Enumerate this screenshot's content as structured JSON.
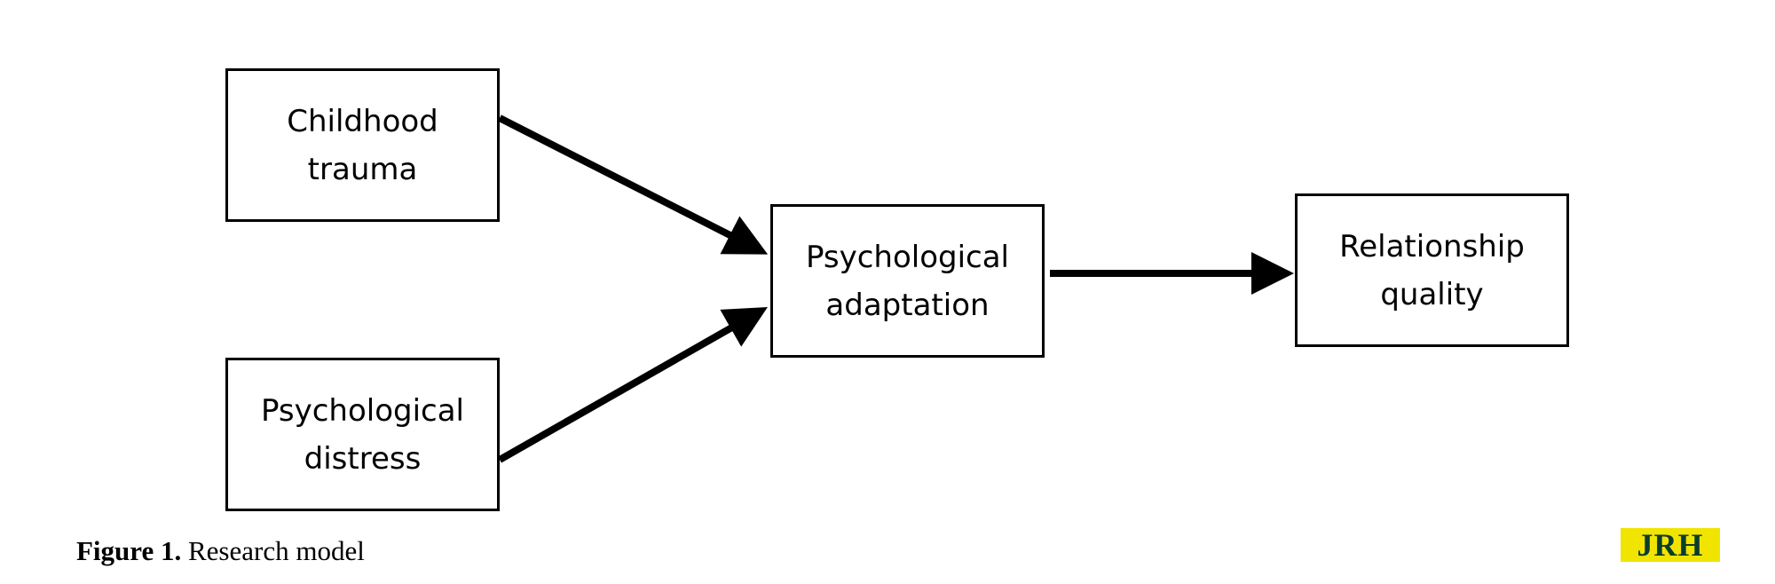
{
  "nodes": {
    "childhood_trauma": "Childhood\ntrauma",
    "psychological_distress": "Psychological\ndistress",
    "psychological_adaptation": "Psychological\nadaptation",
    "relationship_quality": "Relationship\nquality"
  },
  "edges": [
    {
      "from": "childhood_trauma",
      "to": "psychological_adaptation"
    },
    {
      "from": "psychological_distress",
      "to": "psychological_adaptation"
    },
    {
      "from": "psychological_adaptation",
      "to": "relationship_quality"
    }
  ],
  "caption": {
    "label": "Figure 1.",
    "text": " Research model"
  },
  "logo": {
    "text": "JRH",
    "background_color": "#f1e400",
    "text_color": "#0b3d2b"
  }
}
